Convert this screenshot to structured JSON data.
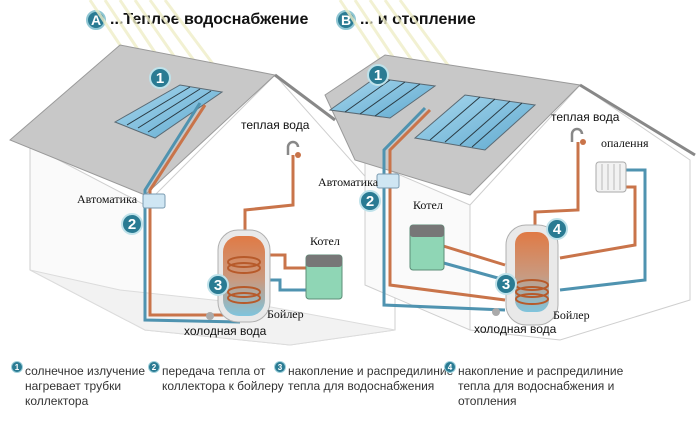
{
  "titles": {
    "a": {
      "badge": "A",
      "text": "...Теплое водоснабжение"
    },
    "b": {
      "badge": "B",
      "text": "... и отопление"
    }
  },
  "house_a": {
    "labels": {
      "warm_water": "теплая вода",
      "controller": "Автоматика",
      "boiler_heater": "Котел",
      "tank": "Бойлер",
      "cold_water": "холодная вода"
    },
    "markers": [
      "1",
      "2",
      "3"
    ]
  },
  "house_b": {
    "labels": {
      "warm_water": "теплая вода",
      "heating": "опалення",
      "controller": "Автоматика",
      "boiler_heater": "Котел",
      "tank": "Бойлер",
      "cold_water": "холодная вода"
    },
    "markers": [
      "1",
      "2",
      "3",
      "4"
    ]
  },
  "legend": [
    {
      "num": "1",
      "lines": [
        "солнечное излучение",
        "нагревает трубки",
        "коллектора"
      ]
    },
    {
      "num": "2",
      "lines": [
        "передача тепла от",
        "коллектора к бойлеру"
      ]
    },
    {
      "num": "3",
      "lines": [
        "накопление и распредилиние",
        "тепла для водоснабжения"
      ]
    },
    {
      "num": "4",
      "lines": [
        "накопление и распредилиние",
        "тепла для водоснабжения и",
        "отопления"
      ]
    }
  ],
  "colors": {
    "marker": "#2a7b93",
    "hot_pipe": "#c9744a",
    "cold_pipe": "#4f93b0",
    "panel": "#7fc0e0",
    "roof": "#bdbdbd",
    "boiler_green": "#8fd6b5"
  }
}
